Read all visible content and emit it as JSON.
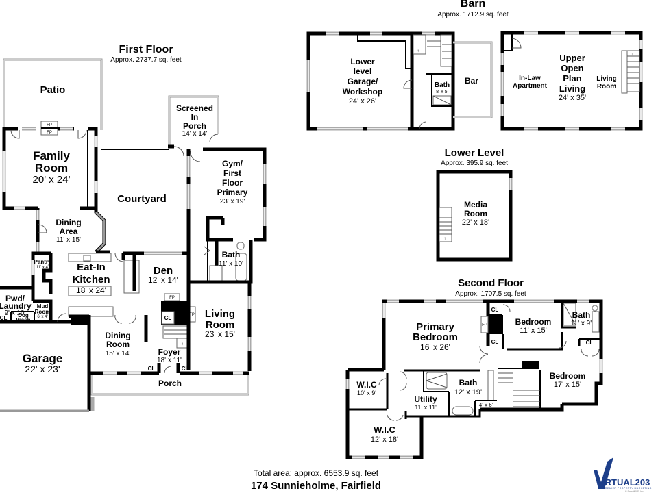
{
  "sections": {
    "first_floor": {
      "title": "First Floor",
      "area": "Approx. 2737.7 sq. feet"
    },
    "barn": {
      "title": "Barn",
      "area": "Approx. 1712.9 sq. feet"
    },
    "lower_level": {
      "title": "Lower Level",
      "area": "Approx. 395.9 sq. feet"
    },
    "second_floor": {
      "title": "Second Floor",
      "area": "Approx. 1707.5 sq. feet"
    }
  },
  "first_floor_rooms": {
    "patio": {
      "name": "Patio"
    },
    "family_room": {
      "name1": "Family",
      "name2": "Room",
      "dim": "20' x 24'"
    },
    "screened_porch": {
      "name1": "Screened",
      "name2": "In",
      "name3": "Porch",
      "dim": "14' x 14'"
    },
    "courtyard": {
      "name": "Courtyard"
    },
    "gym": {
      "name1": "Gym/",
      "name2": "First",
      "name3": "Floor",
      "name4": "Primary",
      "dim": "23' x 19'"
    },
    "dining_area": {
      "name1": "Dining",
      "name2": "Area",
      "dim": "11' x 15'"
    },
    "pantry": {
      "name": "Pantry",
      "dim": "11' x 4'"
    },
    "kitchen": {
      "name1": "Eat-In",
      "name2": "Kitchen",
      "dim": "18' x 24'"
    },
    "den": {
      "name": "Den",
      "dim": "12' x 14'"
    },
    "bath": {
      "name": "Bath",
      "dim": "11' x 10'"
    },
    "pwd_laundry": {
      "name1": "Pwd/",
      "name2": "Laundry",
      "dim": "9' x 10'"
    },
    "mud_room": {
      "name1": "Mud",
      "name2": "Room",
      "dim": "6' x 4'"
    },
    "dog_wash": {
      "name1": "Dog",
      "name2": "Wash"
    },
    "laundry_closet": {
      "name": "CL"
    },
    "living_room": {
      "name1": "Living",
      "name2": "Room",
      "dim": "23' x 15'"
    },
    "garage": {
      "name": "Garage",
      "dim": "22' x 23'"
    },
    "dining_room": {
      "name1": "Dining",
      "name2": "Room",
      "dim": "15' x 14'"
    },
    "foyer": {
      "name": "Foyer",
      "dim": "18' x 11'"
    },
    "den_closet": {
      "name": "CL"
    },
    "foyer_closet_left": {
      "name": "CL"
    },
    "foyer_closet_right": {
      "name": "CL"
    },
    "porch": {
      "name": "Porch"
    },
    "fireplace_labels": [
      "FP",
      "FP",
      "FP",
      "FP"
    ]
  },
  "barn_rooms": {
    "garage_workshop": {
      "name1": "Lower",
      "name2": "level",
      "name3": "Garage/",
      "name4": "Workshop",
      "dim": "24' x 26'"
    },
    "bath": {
      "name": "Bath",
      "dim": "8' x 5'"
    },
    "bar": {
      "name": "Bar"
    },
    "in_law": {
      "name1": "In-Law",
      "name2": "Apartment"
    },
    "upper_living": {
      "name1": "Upper",
      "name2": "Open",
      "name3": "Plan",
      "name4": "Living",
      "dim": "24' x 35'"
    },
    "living_room": {
      "name1": "Living",
      "name2": "Room"
    }
  },
  "lower_level_rooms": {
    "media_room": {
      "name1": "Media",
      "name2": "Room",
      "dim": "22' x 18'"
    }
  },
  "second_floor_rooms": {
    "primary_bedroom": {
      "name1": "Primary",
      "name2": "Bedroom",
      "dim": "16' x 26'"
    },
    "closet_top": {
      "name": "CL"
    },
    "closet_mid": {
      "name": "CL"
    },
    "fireplace": {
      "name": "FP"
    },
    "bedroom_1": {
      "name": "Bedroom",
      "dim": "11' x 15'"
    },
    "bath_1": {
      "name": "Bath",
      "dim": "11' x 9'"
    },
    "closet_right": {
      "name": "CL"
    },
    "bedroom_2": {
      "name": "Bedroom",
      "dim": "17' x 15'"
    },
    "wic_small": {
      "name": "W.I.C",
      "dim": "10' x 9'"
    },
    "utility": {
      "name": "Utility",
      "dim": "11' x 11'"
    },
    "bath_2": {
      "name": "Bath",
      "dim": "12' x 19'"
    },
    "wc": {
      "dim": "4' x 6'"
    },
    "wic_large": {
      "name": "W.I.C",
      "dim": "12' x 18'"
    }
  },
  "footer": {
    "total_area": "Total area: approx. 6553.9 sq. feet",
    "address": "174 Sunnieholme, Fairfield"
  },
  "logo": {
    "brand": "IRTUAL203",
    "tagline": "PREMIER PROPERTY MARKETING",
    "copyright": "© SmartMLS, Inc.",
    "color": "#1d3f8a"
  }
}
